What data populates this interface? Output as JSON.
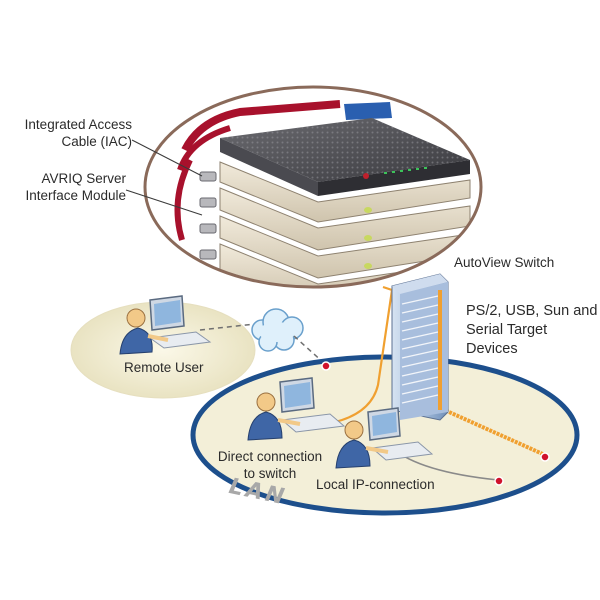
{
  "labels": {
    "iac": {
      "line1": "Integrated Access",
      "line2": "Cable (IAC)"
    },
    "avriq": {
      "line1": "AVRIQ Server",
      "line2": "Interface Module"
    },
    "autoview": "AutoView Switch",
    "targets": {
      "line1": "PS/2, USB, Sun and",
      "line2": "Serial Target Devices"
    },
    "remote_user": "Remote User",
    "direct": {
      "line1": "Direct connection",
      "line2": "to switch"
    },
    "local_ip": "Local IP-connection",
    "lan": "LAN"
  },
  "colors": {
    "lan_ring": "#1d4f8c",
    "lan_fill": "#f3efd8",
    "cable_red": "#a8112c",
    "cable_orange": "#f0a030",
    "callout_ring": "#8a6a5a",
    "node_red": "#d0122c"
  },
  "icons": [
    "user-workstation",
    "network-cloud",
    "server-rack",
    "kvm-switch-tower"
  ]
}
